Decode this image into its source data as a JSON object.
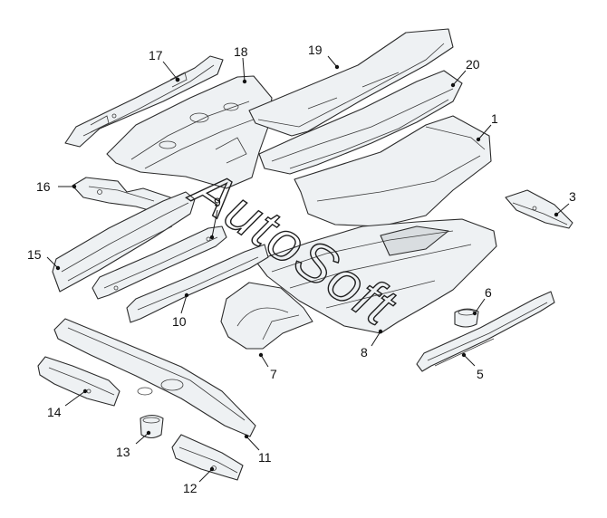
{
  "watermark": "AutoSoft",
  "callouts": [
    {
      "id": "p1",
      "label": "1"
    },
    {
      "id": "p3",
      "label": "3"
    },
    {
      "id": "p5",
      "label": "5"
    },
    {
      "id": "p6",
      "label": "6"
    },
    {
      "id": "p7",
      "label": "7"
    },
    {
      "id": "p8",
      "label": "8"
    },
    {
      "id": "p9",
      "label": "9"
    },
    {
      "id": "p10",
      "label": "10"
    },
    {
      "id": "p11",
      "label": "11"
    },
    {
      "id": "p12",
      "label": "12"
    },
    {
      "id": "p13",
      "label": "13"
    },
    {
      "id": "p14",
      "label": "14"
    },
    {
      "id": "p15",
      "label": "15"
    },
    {
      "id": "p16",
      "label": "16"
    },
    {
      "id": "p17",
      "label": "17"
    },
    {
      "id": "p18",
      "label": "18"
    },
    {
      "id": "p19",
      "label": "19"
    },
    {
      "id": "p20",
      "label": "20"
    }
  ]
}
